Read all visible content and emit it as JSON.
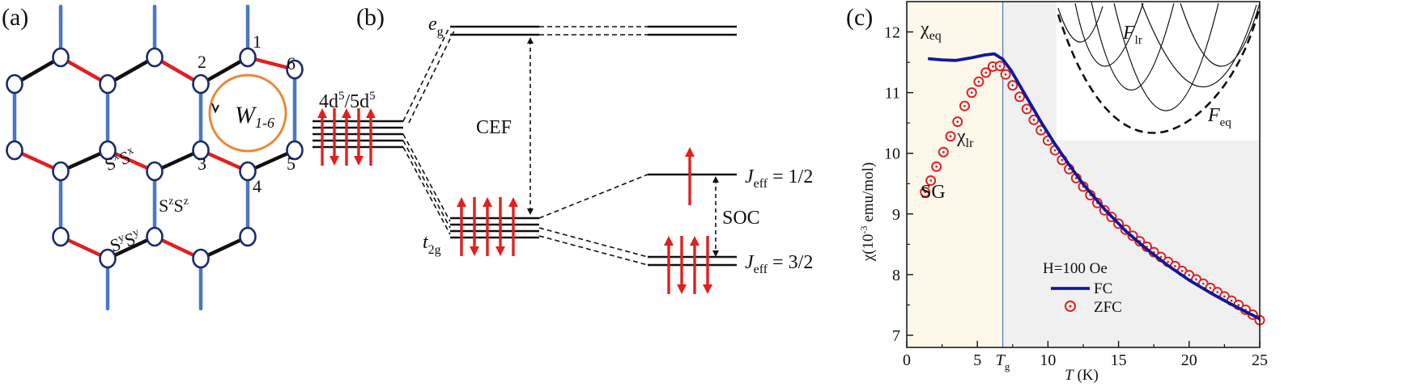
{
  "colors": {
    "kitaev_x": "#e0201f",
    "kitaev_y": "#111111",
    "kitaev_z": "#4a78c0",
    "node_stroke": "#1a2a6a",
    "loop": "#e88a3a",
    "spin_arrow": "#e0201f",
    "fc_curve": "#10199a",
    "zfc_marker": "#e0201f",
    "sg_region": "#fdf8ea",
    "gray_region": "#f0f0f0"
  },
  "panel_a": {
    "label": "(a)",
    "site_numbers": [
      "1",
      "2",
      "3",
      "4",
      "5",
      "6"
    ],
    "loop_label": "W",
    "loop_label_sub": "1-6",
    "bond_labels": {
      "x": {
        "base1": "S",
        "sup1": "x",
        "base2": "S",
        "sup2": "x"
      },
      "y": {
        "base1": "S",
        "sup1": "y",
        "base2": "S",
        "sup2": "y"
      },
      "z": {
        "base1": "S",
        "sup1": "z",
        "base2": "S",
        "sup2": "z"
      }
    }
  },
  "panel_b": {
    "label": "(b)",
    "ion_label": {
      "a": "4d",
      "a_sup": "5",
      "sep": "/5d",
      "b_sup": "5"
    },
    "eg": {
      "base": "e",
      "sub": "g"
    },
    "t2g": {
      "base": "t",
      "sub": "2g"
    },
    "cef": "CEF",
    "soc": "SOC",
    "jeff_half": {
      "base": "J",
      "sub": "eff",
      "value": " = 1/2"
    },
    "jeff_threehalf": {
      "base": "J",
      "sub": "eff",
      "value": " = 3/2"
    }
  },
  "panel_c": {
    "label": "(c)",
    "region_label": "SG",
    "chi_eq": {
      "base": "χ",
      "sub": "eq"
    },
    "chi_lr": {
      "base": "χ",
      "sub": "lr"
    },
    "f_lr": {
      "base": "F",
      "sub": "lr"
    },
    "f_eq": {
      "base": "F",
      "sub": "eq"
    },
    "field_label": "H=100 Oe",
    "legend": [
      {
        "name": "FC",
        "style": "line"
      },
      {
        "name": "ZFC",
        "style": "circle"
      }
    ],
    "ylabel": {
      "a": "χ(10",
      "sup": "-3",
      "b": " emu/mol)"
    },
    "xlabel": {
      "a": "T",
      "b": " (K)"
    },
    "tg_label": {
      "base": "T",
      "sub": "g"
    }
  },
  "chart_data": {
    "type": "line",
    "xlim": [
      0,
      25
    ],
    "ylim": [
      6.8,
      12.5
    ],
    "x_ticks": [
      0,
      5,
      10,
      15,
      20,
      25
    ],
    "x_tick_labels": [
      "0",
      "5",
      "10",
      "15",
      "20",
      "25"
    ],
    "y_ticks": [
      7,
      8,
      9,
      10,
      11,
      12
    ],
    "y_tick_labels": [
      "7",
      "8",
      "9",
      "10",
      "11",
      "12"
    ],
    "tg": 6.8,
    "series": [
      {
        "name": "FC",
        "style": "line",
        "x": [
          1.5,
          2.5,
          3.5,
          4.5,
          5.5,
          6.2,
          6.8,
          7.4,
          8.0,
          8.7,
          9.5,
          10.5,
          11.5,
          12.5,
          14,
          15.5,
          17,
          18.5,
          20,
          21.5,
          23,
          24.5,
          25
        ],
        "y": [
          11.56,
          11.54,
          11.53,
          11.57,
          11.62,
          11.64,
          11.55,
          11.36,
          11.12,
          10.84,
          10.52,
          10.15,
          9.81,
          9.49,
          9.08,
          8.72,
          8.42,
          8.15,
          7.91,
          7.7,
          7.51,
          7.33,
          7.27
        ]
      },
      {
        "name": "ZFC",
        "style": "circle",
        "x": [
          1.3,
          1.7,
          2.1,
          2.6,
          3.1,
          3.6,
          4.1,
          4.6,
          5.1,
          5.6,
          6.1,
          6.6,
          7.0,
          7.5,
          8.0,
          8.5,
          9.0,
          9.5,
          10.0,
          10.5,
          11.0,
          11.5,
          12.0,
          12.5,
          13.0,
          13.5,
          14.0,
          14.5,
          15.0,
          15.5,
          16.0,
          16.5,
          17.0,
          17.5,
          18.0,
          18.5,
          19.0,
          19.5,
          20.0,
          20.5,
          21.0,
          21.5,
          22.0,
          22.5,
          23.0,
          23.5,
          24.0,
          24.5,
          25.0
        ],
        "y": [
          9.36,
          9.55,
          9.78,
          10.02,
          10.28,
          10.52,
          10.78,
          11.0,
          11.18,
          11.33,
          11.43,
          11.44,
          11.3,
          11.12,
          10.93,
          10.73,
          10.55,
          10.38,
          10.21,
          10.05,
          9.89,
          9.74,
          9.59,
          9.45,
          9.31,
          9.18,
          9.06,
          8.95,
          8.84,
          8.74,
          8.64,
          8.55,
          8.46,
          8.37,
          8.29,
          8.21,
          8.14,
          8.06,
          7.99,
          7.92,
          7.85,
          7.78,
          7.71,
          7.64,
          7.57,
          7.5,
          7.42,
          7.34,
          7.25
        ]
      }
    ]
  }
}
